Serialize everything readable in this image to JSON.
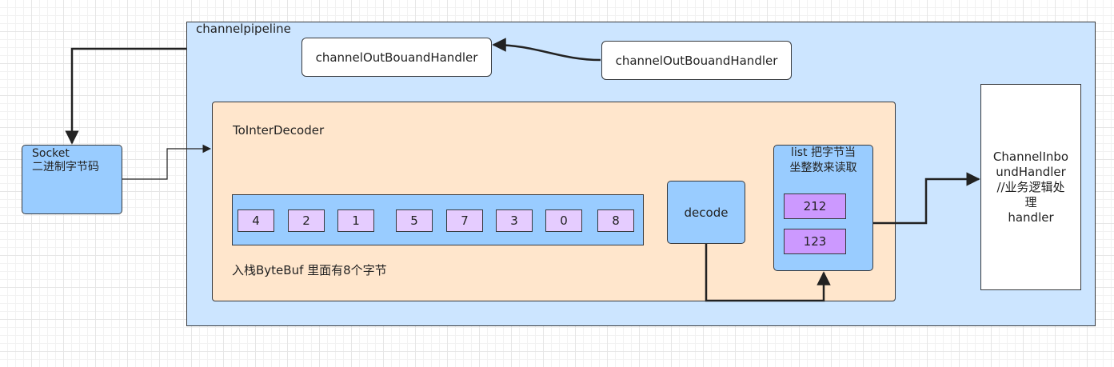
{
  "pipeline": {
    "title": "channelpipeline"
  },
  "outbound_handlers": {
    "left": "channelOutBouandHandler",
    "right": "channelOutBouandHandler"
  },
  "socket": {
    "line1": "Socket",
    "line2": "二进制字节码"
  },
  "decoder": {
    "title": "ToInterDecoder",
    "bytebuf_caption": "入栈ByteBuf 里面有8个字节",
    "bytes": [
      "4",
      "2",
      "1",
      "5",
      "7",
      "3",
      "0",
      "8"
    ],
    "decode_label": "decode"
  },
  "list": {
    "line1": "list 把字节当",
    "line2": "坐整数来读取",
    "items": [
      "212",
      "123"
    ]
  },
  "inbound_handler": {
    "text": "ChannelInbo\nundHandler\n//业务逻辑处\n理\nhandler"
  }
}
